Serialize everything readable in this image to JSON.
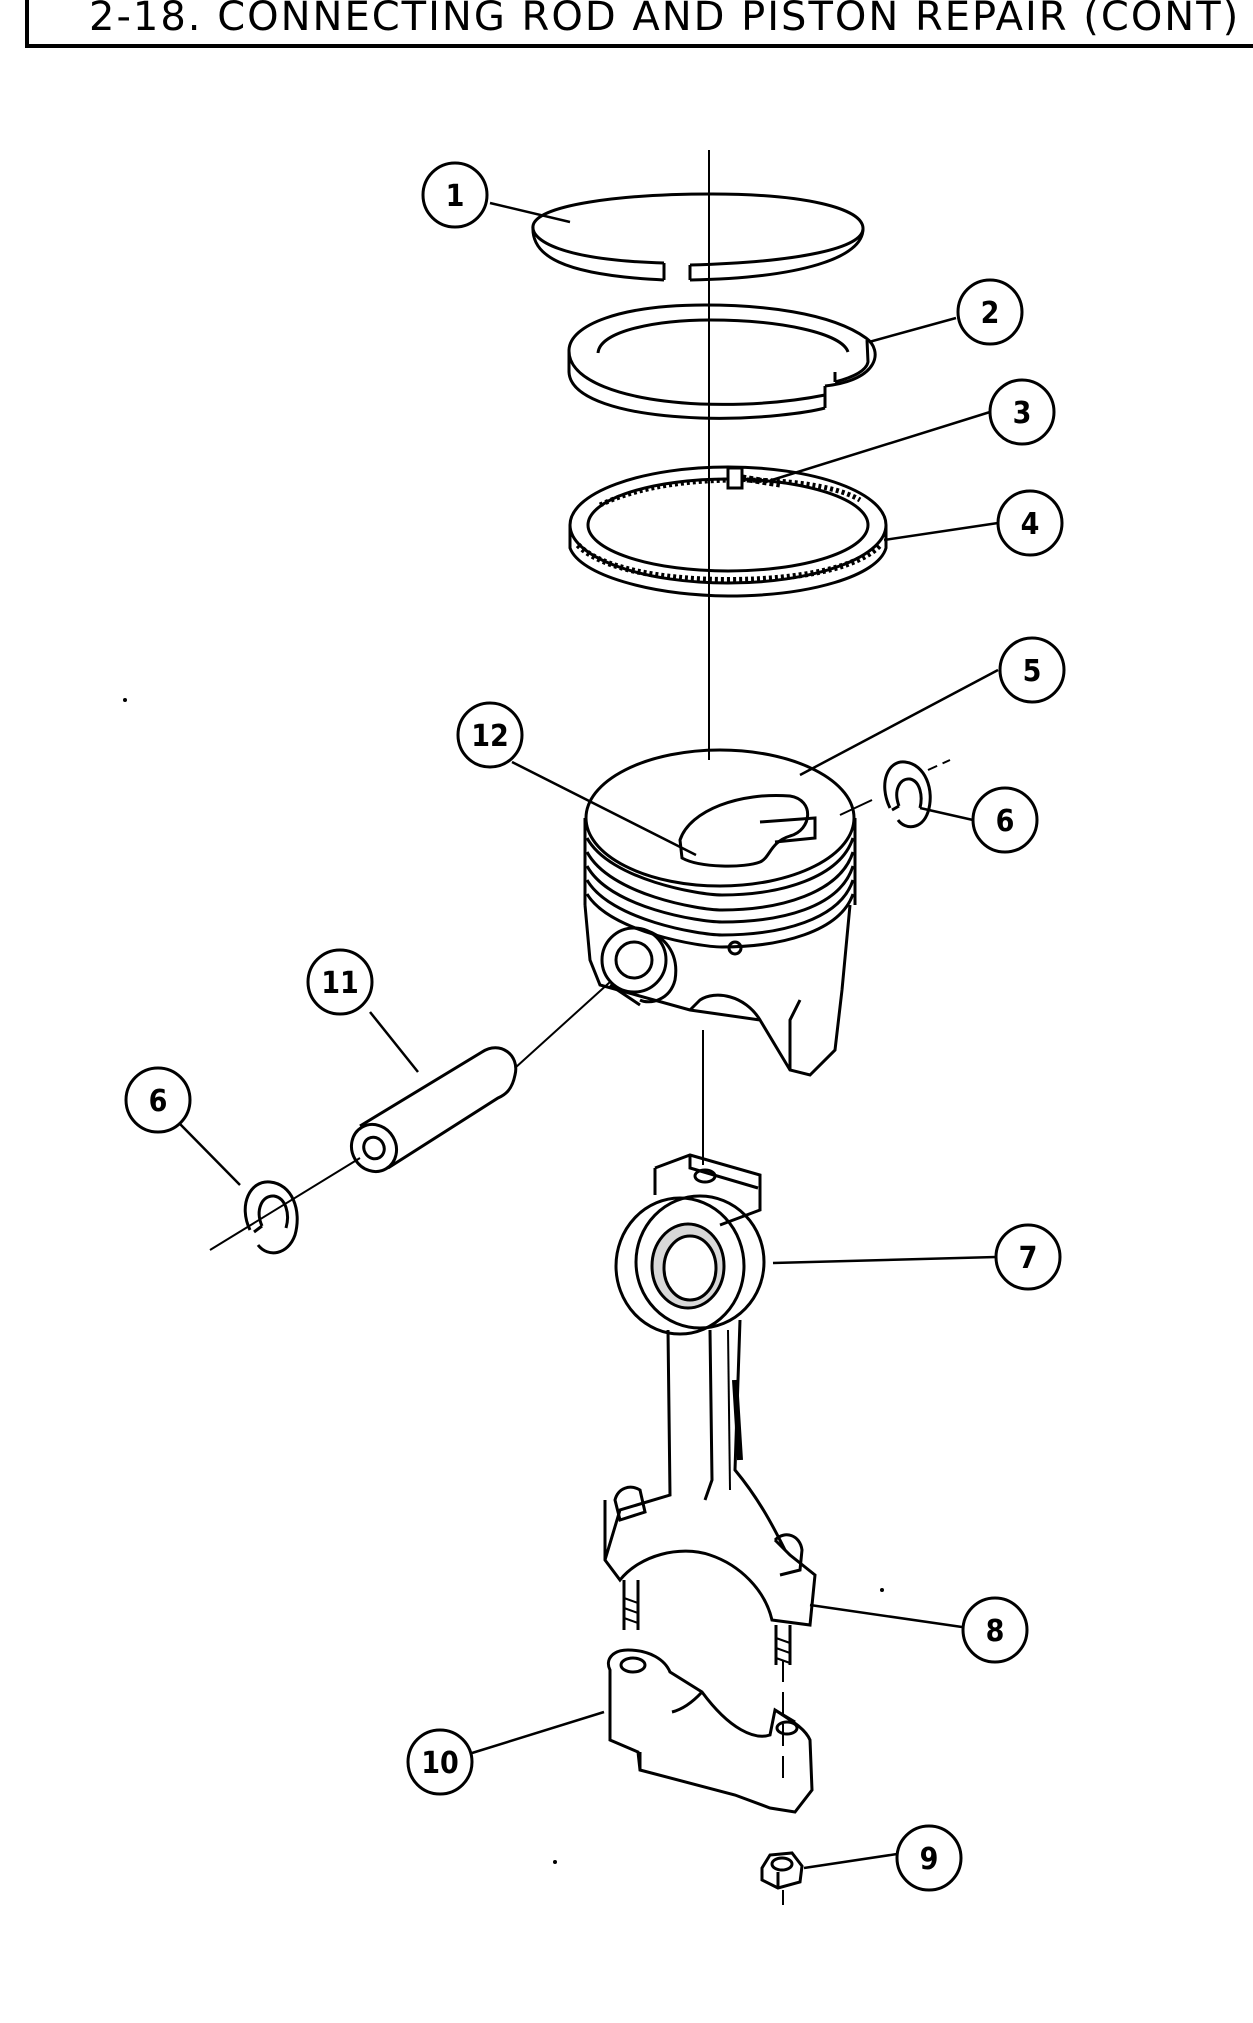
{
  "header": {
    "title": "2-18. CONNECTING ROD AND PISTON REPAIR (CONT)"
  },
  "callouts": {
    "c1": "1",
    "c2": "2",
    "c3": "3",
    "c4": "4",
    "c5": "5",
    "c6a": "6",
    "c6b": "6",
    "c7": "7",
    "c8": "8",
    "c9": "9",
    "c10": "10",
    "c11": "11",
    "c12": "12"
  },
  "colors": {
    "line": "#000000",
    "paper": "#ffffff",
    "shade": "#d8d8d8"
  }
}
